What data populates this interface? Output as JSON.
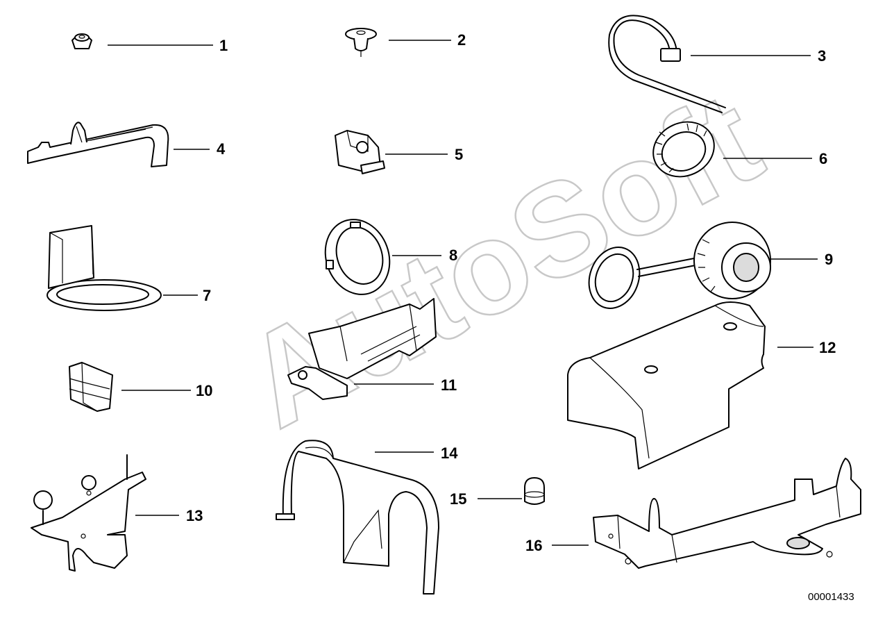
{
  "callouts": [
    {
      "id": "1",
      "label": "1"
    },
    {
      "id": "2",
      "label": "2"
    },
    {
      "id": "3",
      "label": "3"
    },
    {
      "id": "4",
      "label": "4"
    },
    {
      "id": "5",
      "label": "5"
    },
    {
      "id": "6",
      "label": "6"
    },
    {
      "id": "7",
      "label": "7"
    },
    {
      "id": "8",
      "label": "8"
    },
    {
      "id": "9",
      "label": "9"
    },
    {
      "id": "10",
      "label": "10"
    },
    {
      "id": "11",
      "label": "11"
    },
    {
      "id": "12",
      "label": "12"
    },
    {
      "id": "13",
      "label": "13"
    },
    {
      "id": "14",
      "label": "14"
    },
    {
      "id": "15",
      "label": "15"
    },
    {
      "id": "16",
      "label": "16"
    }
  ],
  "document_number": "00001433",
  "watermark": "AutoSoft"
}
